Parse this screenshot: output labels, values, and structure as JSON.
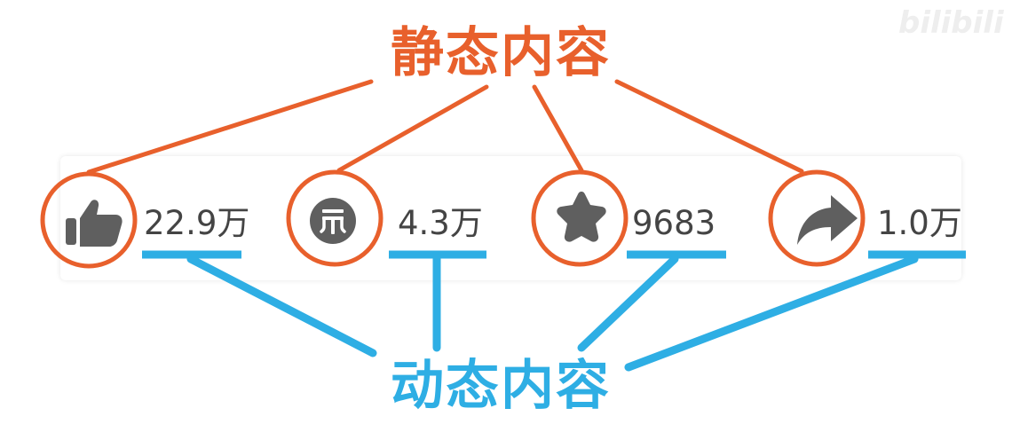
{
  "titles": {
    "static": "静态内容",
    "dynamic": "动态内容"
  },
  "counts": {
    "like": "22.9万",
    "coin": "4.3万",
    "favorite": "9683",
    "share": "1.0万"
  },
  "icons": [
    "thumbs-up-icon",
    "coin-icon",
    "star-icon",
    "share-icon"
  ],
  "colors": {
    "static": "#e8602c",
    "dynamic": "#2eaee4",
    "icon": "#5f5f5f",
    "text": "#444444"
  },
  "watermark": "bilibili"
}
